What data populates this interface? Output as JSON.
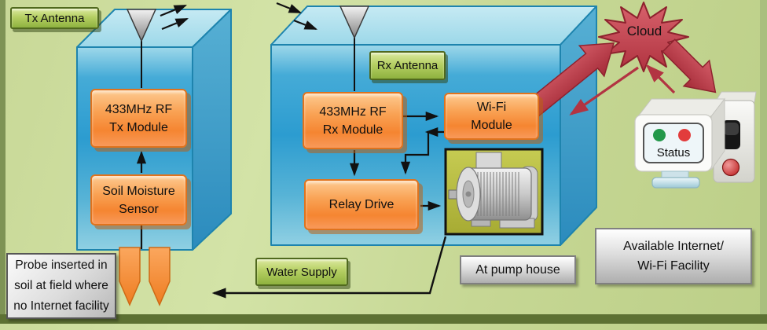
{
  "diagram": {
    "title_hint": "Wireless soil-moisture irrigation system diagram",
    "labels": {
      "tx_antenna": "Tx Antenna",
      "rx_antenna": "Rx Antenna",
      "water_supply": "Water Supply",
      "at_pump_house": "At pump house",
      "available_internet": "Available Internet/\nWi-Fi Facility",
      "probe_note": "Probe inserted in\nsoil at field where\nno Internet facility",
      "cloud": "Cloud",
      "status": "Status"
    },
    "modules": {
      "tx_rf": "433MHz RF\nTx Module",
      "soil_sensor": "Soil Moisture\nSensor",
      "rx_rf": "433MHz RF\nRx Module",
      "wifi": "Wi-Fi\nModule",
      "relay": "Relay Drive"
    },
    "icons": [
      "tx-antenna-icon",
      "rx-antenna-icon",
      "signal-out-arrows-icon",
      "signal-in-arrows-icon",
      "cloud-burst-icon",
      "pump-motor-icon",
      "soil-probe-icon",
      "status-monitor-icon",
      "power-switch-icon",
      "red-button-icon",
      "status-green-led-icon",
      "status-red-led-icon"
    ],
    "colors": {
      "background_green": "#c9d99c",
      "label_green": "#9fbf4d",
      "module_orange": "#f58531",
      "enclosure_blue": "#2d9ed2",
      "cloud_red": "#c2414d",
      "gray_label": "#c9c9c9",
      "status_led_green": "#23984a",
      "status_led_red": "#e23c3c",
      "probe_orange": "#f08028"
    }
  }
}
